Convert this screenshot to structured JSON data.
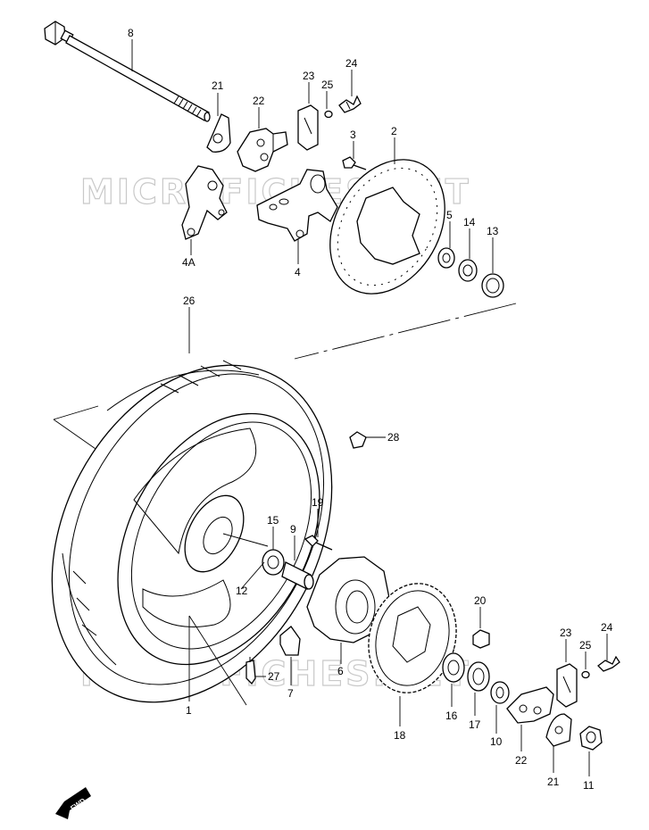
{
  "watermark": "MICROFICHES.NET",
  "fwd_label": "FWD",
  "callouts": {
    "c1": "1",
    "c2": "2",
    "c3": "3",
    "c4": "4",
    "c4a": "4A",
    "c5": "5",
    "c6": "6",
    "c7": "7",
    "c8": "8",
    "c9": "9",
    "c10": "10",
    "c11": "11",
    "c12": "12",
    "c13": "13",
    "c14": "14",
    "c15": "15",
    "c16": "16",
    "c17": "17",
    "c18": "18",
    "c19": "19",
    "c20": "20",
    "c21a": "21",
    "c21b": "21",
    "c22a": "22",
    "c22b": "22",
    "c23a": "23",
    "c23b": "23",
    "c24a": "24",
    "c24b": "24",
    "c25a": "25",
    "c25b": "25",
    "c26": "26",
    "c27": "27",
    "c28": "28"
  }
}
